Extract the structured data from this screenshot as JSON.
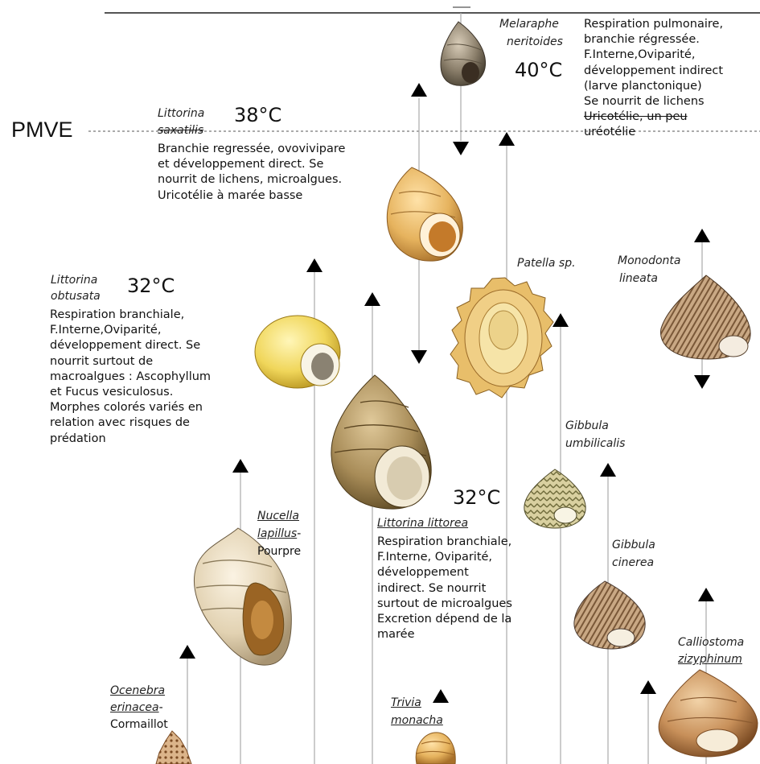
{
  "shore_label": "PMVE",
  "colors": {
    "line": "#999999",
    "arrow": "#000000",
    "topline": "#555555"
  },
  "species": [
    {
      "key": "melaraphe",
      "name_l1": "Melaraphe",
      "name_l2": "neritoides",
      "temp": "40°C",
      "description": [
        "Respiration pulmonaire,",
        "branchie régressée.",
        "F.Interne,Oviparité,",
        "développement indirect",
        "(larve planctonique)",
        "Se nourrit de lichens",
        "Uricotélie, un peu",
        "uréotélie"
      ]
    },
    {
      "key": "saxatilis",
      "name_l1": "Littorina",
      "name_l2": "saxatilis",
      "temp": "38°C",
      "description": [
        "Branchie regressée, ovovivipare",
        "et développement direct. Se",
        "nourrit de lichens, microalgues.",
        "Uricotélie à marée basse"
      ]
    },
    {
      "key": "obtusata",
      "name_l1": "Littorina",
      "name_l2": "obtusata",
      "temp": "32°C",
      "description": [
        "Respiration branchiale,",
        "F.Interne,Oviparité,",
        "développement direct. Se",
        "nourrit surtout de",
        "macroalgues : Ascophyllum",
        "et Fucus vesiculosus.",
        "Morphes colorés variés en",
        "relation avec risques de",
        "prédation"
      ]
    },
    {
      "key": "littorea",
      "name": "Littorina littorea",
      "temp": "32°C",
      "description": [
        "Respiration branchiale,",
        "F.Interne, Oviparité,",
        "développement",
        "indirect. Se nourrit",
        "surtout de microalgues",
        "Excretion dépend de la",
        "marée"
      ]
    },
    {
      "key": "patella",
      "name": "Patella sp."
    },
    {
      "key": "monodonta",
      "name_l1": "Monodonta",
      "name_l2": "lineata"
    },
    {
      "key": "gibbula_u",
      "name_l1": "Gibbula",
      "name_l2": "umbilicalis"
    },
    {
      "key": "gibbula_c",
      "name_l1": "Gibbula",
      "name_l2": "cinerea"
    },
    {
      "key": "nucella",
      "name_l1": "Nucella",
      "name_l2": "lapillus",
      "common": "Pourpre"
    },
    {
      "key": "ocenebra",
      "name_l1": "Ocenebra",
      "name_l2": "erinacea",
      "common": "Cormaillot"
    },
    {
      "key": "trivia",
      "name_l1": "Trivia",
      "name_l2": "monacha"
    },
    {
      "key": "calliostoma",
      "name_l1": "Calliostoma",
      "name_l2": "zizyphinum"
    }
  ]
}
